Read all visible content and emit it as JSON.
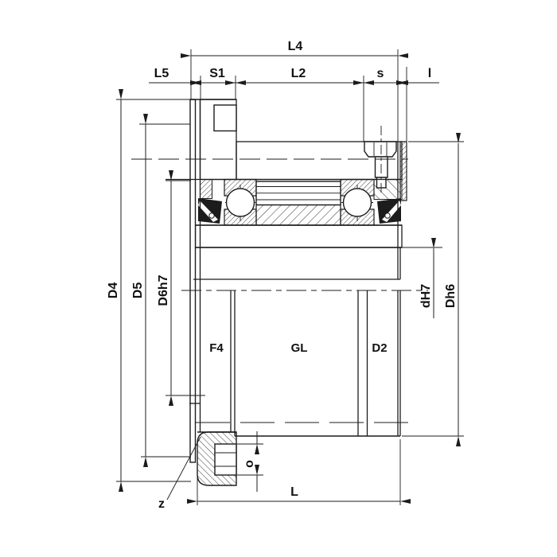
{
  "page": {
    "background": "#ffffff",
    "line_color": "#1c1c1c"
  },
  "drawing": {
    "kind": "freewheel-clutch-cross-section",
    "dim_labels": {
      "L4": "L4",
      "L5": "L5",
      "S1": "S1",
      "L2": "L2",
      "s": "s",
      "l": "l",
      "D4": "D4",
      "D5": "D5",
      "D6h7": "D6h7",
      "dH7": "dH7",
      "Dh6": "Dh6",
      "L": "L",
      "o": "o",
      "z": "z"
    },
    "section_labels": {
      "F4": "F4",
      "GL": "GL",
      "D2": "D2"
    }
  }
}
